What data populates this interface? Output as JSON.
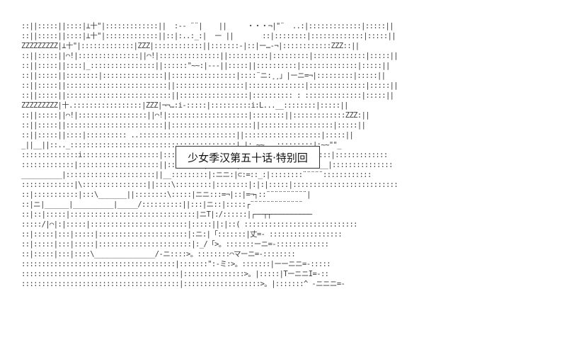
{
  "title": "少女季汉第五十话·特别回",
  "colors": {
    "background": "#ffffff",
    "art_ink": "#3a3a3a",
    "title_border": "#333333",
    "title_text": "#111111"
  },
  "ascii_lines": [
    "::||:::::||::::|⊥十\"|:::::::::::::||  :-- ¨¨|    ||     ・・・¬|\"¨  ..:|:::::::::::::|:::::||",
    "::||:::::||::::|⊥十\"|:::::::::::::||::|:..:_:|  ー ||       ::|::::::::|:::::::::::::|:::::||",
    "ZZZZZZZZZ|⊥十\"|:::::::::::::|ZZZ|::::::::::::||:::::::-|::|ー…-¬|::::::::::::ZZZ::||",
    "::||:::::||⌒!|:::::::::::::::||⌒!|:::::::::::::::||::::::::::|:::::::::|:::::::::::::|:::::||",
    "::||:::::||::::|_::::::::::::::::||::::::\"~~:|---||:::::||::::::::::|::::::::::::::|:::::||",
    "::||:::::||::::::::|:::::::::::::::||::::::::::::::::|::::¨ニ:¸¸」|ーニ=¬|:::::::::|:::::||",
    "::||:::::||:::::::::::::::::::::::::||:::::::::::::::::|::::::::::::::|::::::::::::::|:::::||",
    "::||:::::||::::::::::::::::::::::::::||:::::::::::::::::|:::::::::: : ::::::::::::::|:::::||",
    "ZZZZZZZZZ|十.:::::::::::::::::|ZZZ|¬¬…:i-:::::|::::::::::i:L...__::::::::|:::::||",
    "::||:::::||⌒!|:::::::::::::::::||⌒!|::::::::::::::::::::|::::::::||:::::::::::::ZZZ:||",
    "::||:::::||::::::::::::::::::::::::||::::::::::::::::::::||::::::::::::::::::|:::::||",
    "::||:::::||::::|:::::::::: ..::::::::::::::::::::::::||:::::::::::::::::::|:::::||",
    "_||__||::.._:::::::::::::::::::::::::::::::::::::::::|_|:_~~…._:::::::::|:~~\"\"_",
    "::::::::::::::i:::::::::::::::::::|:::::::¨T :ー ::、¬:-- ::ii:::::::|:::::::|:::::::::::::",
    ":::::::::::::|::::::::::::::::::::||:::::::::|:::::::|:::::::::::::ー¬⊥:::__|:::::::::::::::",
    "__________|::::::::::::::::::::::||__:::::::::|:ニニ:|⊂:=::_:|::::::::¨¨¨¨¨::::::::::::",
    ":::::::::::::|\\::::::::::::::::||::::\\:::::::::|::::::::|:|:|:::::|::::::::::::::::::::::::::",
    "::|:::::::::::|:::\\_______||::::::::\\:::::|ニニ:::=¬|::|=¬┐::¨¨¨¨¨¨¨¨¨¨|",
    "::|ニ|______|__________|_____/::::::::::||:::|ニ::|:::::┌¨¨¨¨¨¨¨¨¨¨¨¨¨",
    "::|::|:::::|:::::::::::::::::::::::::::::::|ニT|:/::::::|┌──┬┬──────────",
    ":::::/|⌒|:|:::::|::::::::::::::::::::::::|:::::||:|::( ::::::::::::::::::::::::::::",
    "::|:::::|:::|:::::|::::::::::::::::::::::|:ニ:|「:::::::|丈=- ::::::::::::::::::",
    "::|:::::|:::|:::::|:::::::::::::::::::::::|:_/「>。:::::::ーニ=-:::::::::::::",
    "::|:::::|:::|::::\\_______________/-ニ::::>。::::::::⌒マーニ=-::::::::",
    "::::::::::::::::::::::::::::::::::::::|:::::::\":-ミ:>。:::::::|ーーニニ=-:::::",
    ":::::::::::::::::::::::::::::::::::::::|:::::::::::::::>。|:::::|TーニニI=-::",
    ":::::::::::::::::::::::::::::::::::::::|:::::::::::::::::::>。|:::::::^ -ニニニ=-"
  ]
}
